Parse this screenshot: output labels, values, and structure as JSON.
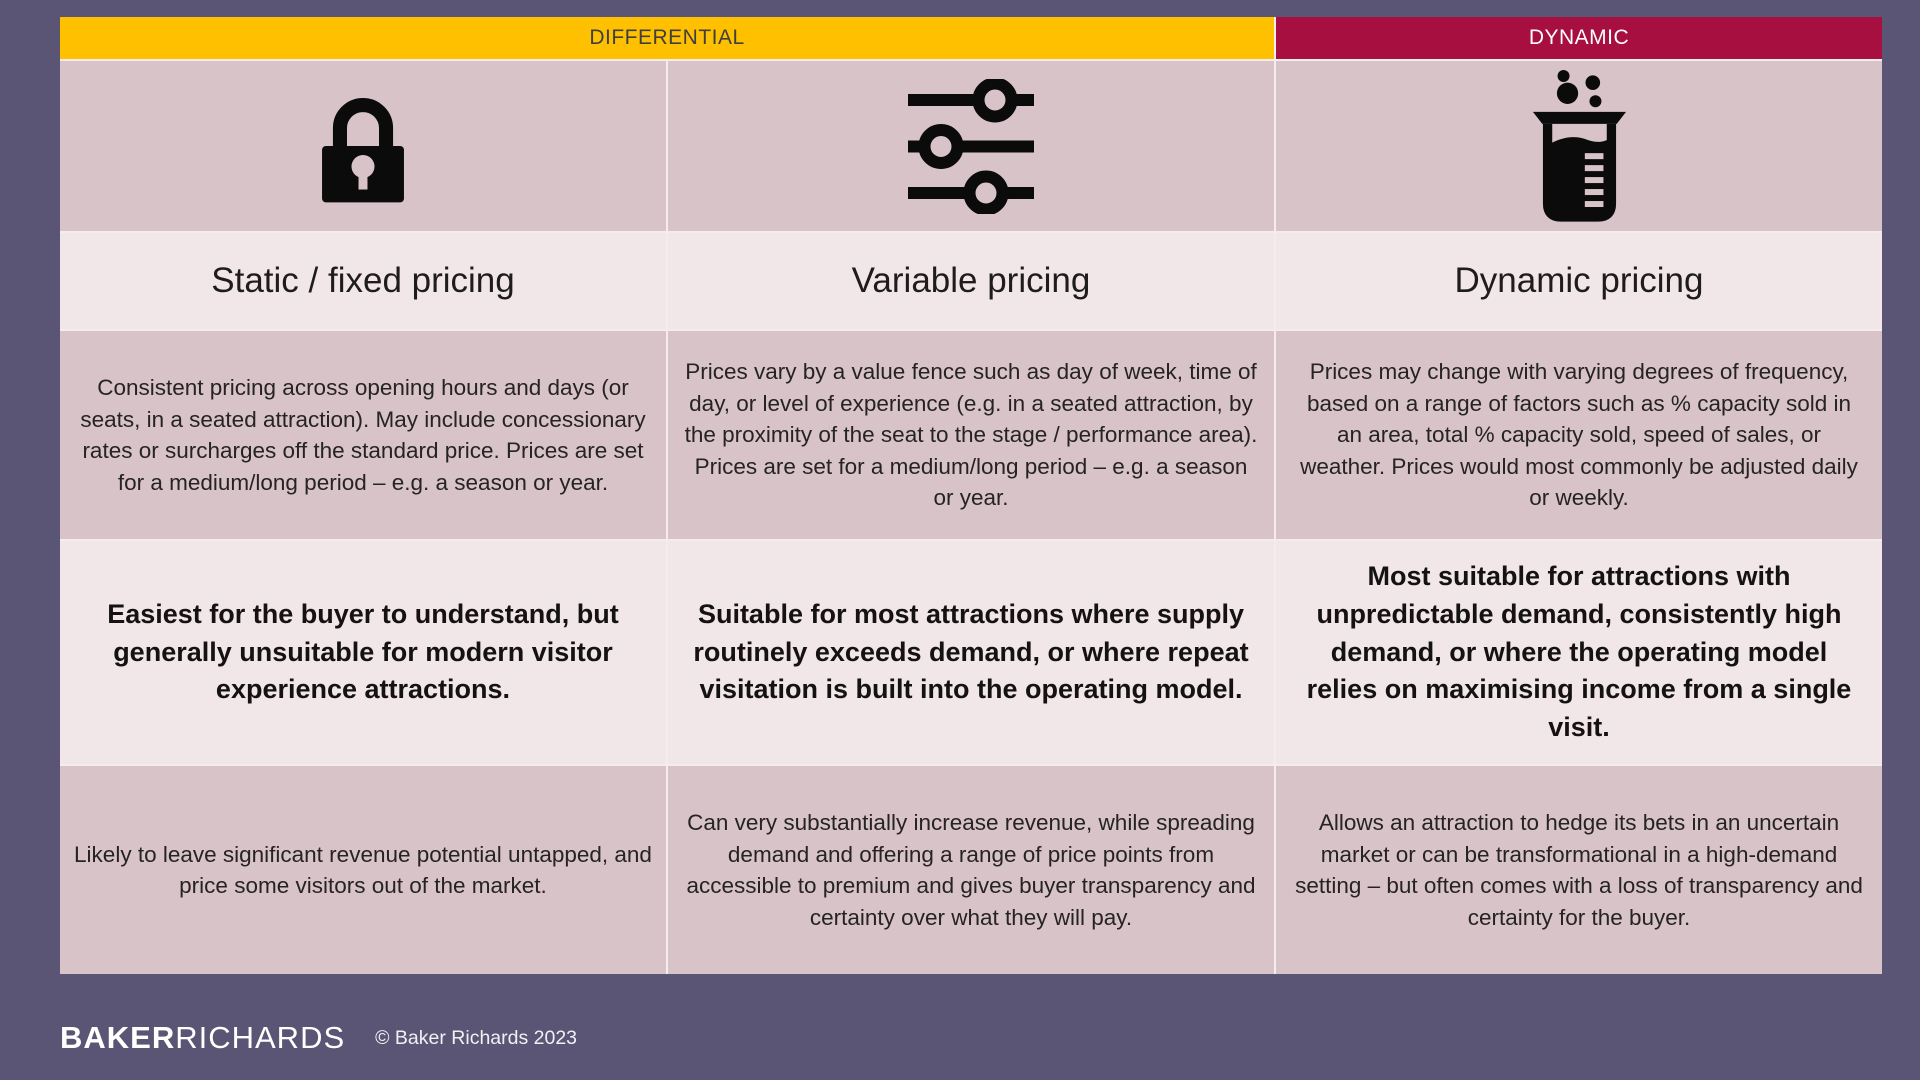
{
  "page": {
    "background_color": "#5A5574",
    "divider_color": "#F4ECEF"
  },
  "table": {
    "headers": [
      {
        "label": "DIFFERENTIAL",
        "bg": "#FFC000",
        "text_color": "#3F3F3F",
        "col_span": 2
      },
      {
        "label": "DYNAMIC",
        "bg": "#A60F40",
        "text_color": "#FFFFFF",
        "col_span": 1
      }
    ],
    "row_colors": {
      "icon_row": "#D8C4C8",
      "title_row": "#F1E6E8",
      "description_row": "#D8C4C8",
      "suitability_row": "#F1E6E8",
      "impact_row": "#D8C4C8"
    },
    "columns": [
      {
        "icon": "padlock-icon",
        "title": "Static / fixed pricing",
        "description": "Consistent pricing across opening hours and days (or seats, in a seated attraction). May include concessionary rates or surcharges off the standard price. Prices are set for a medium/long period – e.g. a season or year.",
        "suitability": "Easiest for the buyer to understand, but generally unsuitable for modern visitor experience attractions.",
        "impact": "Likely to leave significant revenue potential untapped, and price some visitors out of the market."
      },
      {
        "icon": "sliders-icon",
        "title": "Variable pricing",
        "description": "Prices vary by a value fence such as day of week, time of day, or level of experience (e.g. in a seated attraction, by the proximity of the seat to the stage / performance area). Prices are set for a medium/long period – e.g. a season or year.",
        "suitability": "Suitable for most attractions where supply routinely exceeds demand, or where repeat visitation is built into the operating model.",
        "impact": "Can very substantially increase revenue, while spreading demand and offering a range of price points from accessible to premium and gives buyer transparency and certainty over what they will pay."
      },
      {
        "icon": "beaker-icon",
        "title": "Dynamic pricing",
        "description": "Prices may change with varying degrees of frequency, based on a range of factors such as % capacity sold in an area, total % capacity sold, speed of sales, or weather. Prices would most commonly be adjusted daily or weekly.",
        "suitability": "Most suitable for attractions with unpredictable demand, consistently high demand, or where the operating model relies on maximising income from a single visit.",
        "impact": "Allows an attraction to hedge its bets in an uncertain market or can be transformational in a high-demand setting – but often comes with a loss of transparency and certainty for the buyer."
      }
    ]
  },
  "footer": {
    "logo_bold": "BAKER",
    "logo_light": "RICHARDS",
    "copyright": "© Baker Richards 2023"
  }
}
